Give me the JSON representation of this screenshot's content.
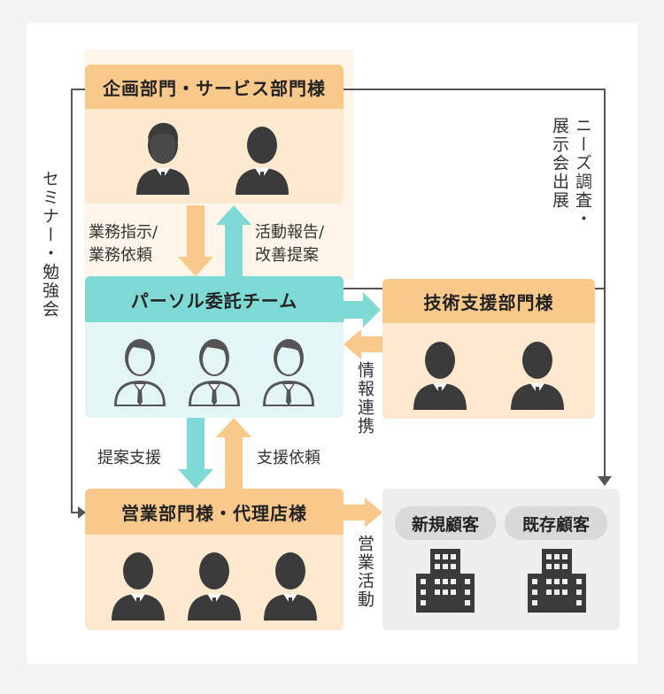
{
  "planning": {
    "title": "企画部門・サービス部門様"
  },
  "team": {
    "title": "パーソル委託チーム"
  },
  "tech": {
    "title": "技術支援部門様"
  },
  "sales": {
    "title": "営業部門様・代理店様"
  },
  "customers": {
    "new": "新規顧客",
    "existing": "既存顧客"
  },
  "labels": {
    "instruct_1": "業務指示/",
    "instruct_2": "業務依頼",
    "report_1": "活動報告/",
    "report_2": "改善提案",
    "proposal": "提案支援",
    "support_request": "支援依頼",
    "seminar": "セミナー・勉強会",
    "needs_1": "ニーズ調査・",
    "needs_2": "展示会出展",
    "info": "情報連携",
    "sales_activity": "営業活動"
  },
  "colors": {
    "orange": "#f9c98c",
    "peach": "#fde9cf",
    "teal": "#7fd9d5",
    "teal_light": "#e3f6f5",
    "gray": "#eeeeee",
    "person_dark": "#3b3b3b",
    "person_outline": "#555555"
  },
  "icons": [
    "person-icon",
    "person-outline-icon",
    "building-icon",
    "arrow-icon"
  ]
}
